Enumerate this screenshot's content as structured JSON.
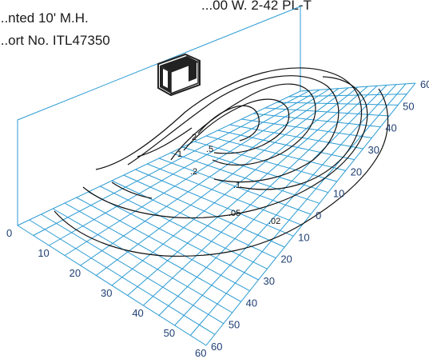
{
  "header_lines": [
    "...00 W. 2-42 PL-T",
    "...nted 10' M.H.",
    "...ort No. ITL47350"
  ],
  "axis_depth_ticks": [
    "0",
    "10",
    "20",
    "30",
    "40",
    "50",
    "60"
  ],
  "axis_lateral_ticks": [
    "60",
    "50",
    "40",
    "30",
    "20",
    "10",
    "0",
    "10",
    "20",
    "30",
    "40",
    "50",
    "60"
  ],
  "contour_labels": [
    "2",
    "1",
    ".5",
    ".2",
    ".1",
    ".05",
    ".02"
  ],
  "colors": {
    "grid": "#2b9bd3",
    "tick_text": "#1f3f73",
    "contour": "#111111",
    "fixture": "#222222"
  },
  "icons": {
    "fixture": "light-fixture-icon"
  }
}
